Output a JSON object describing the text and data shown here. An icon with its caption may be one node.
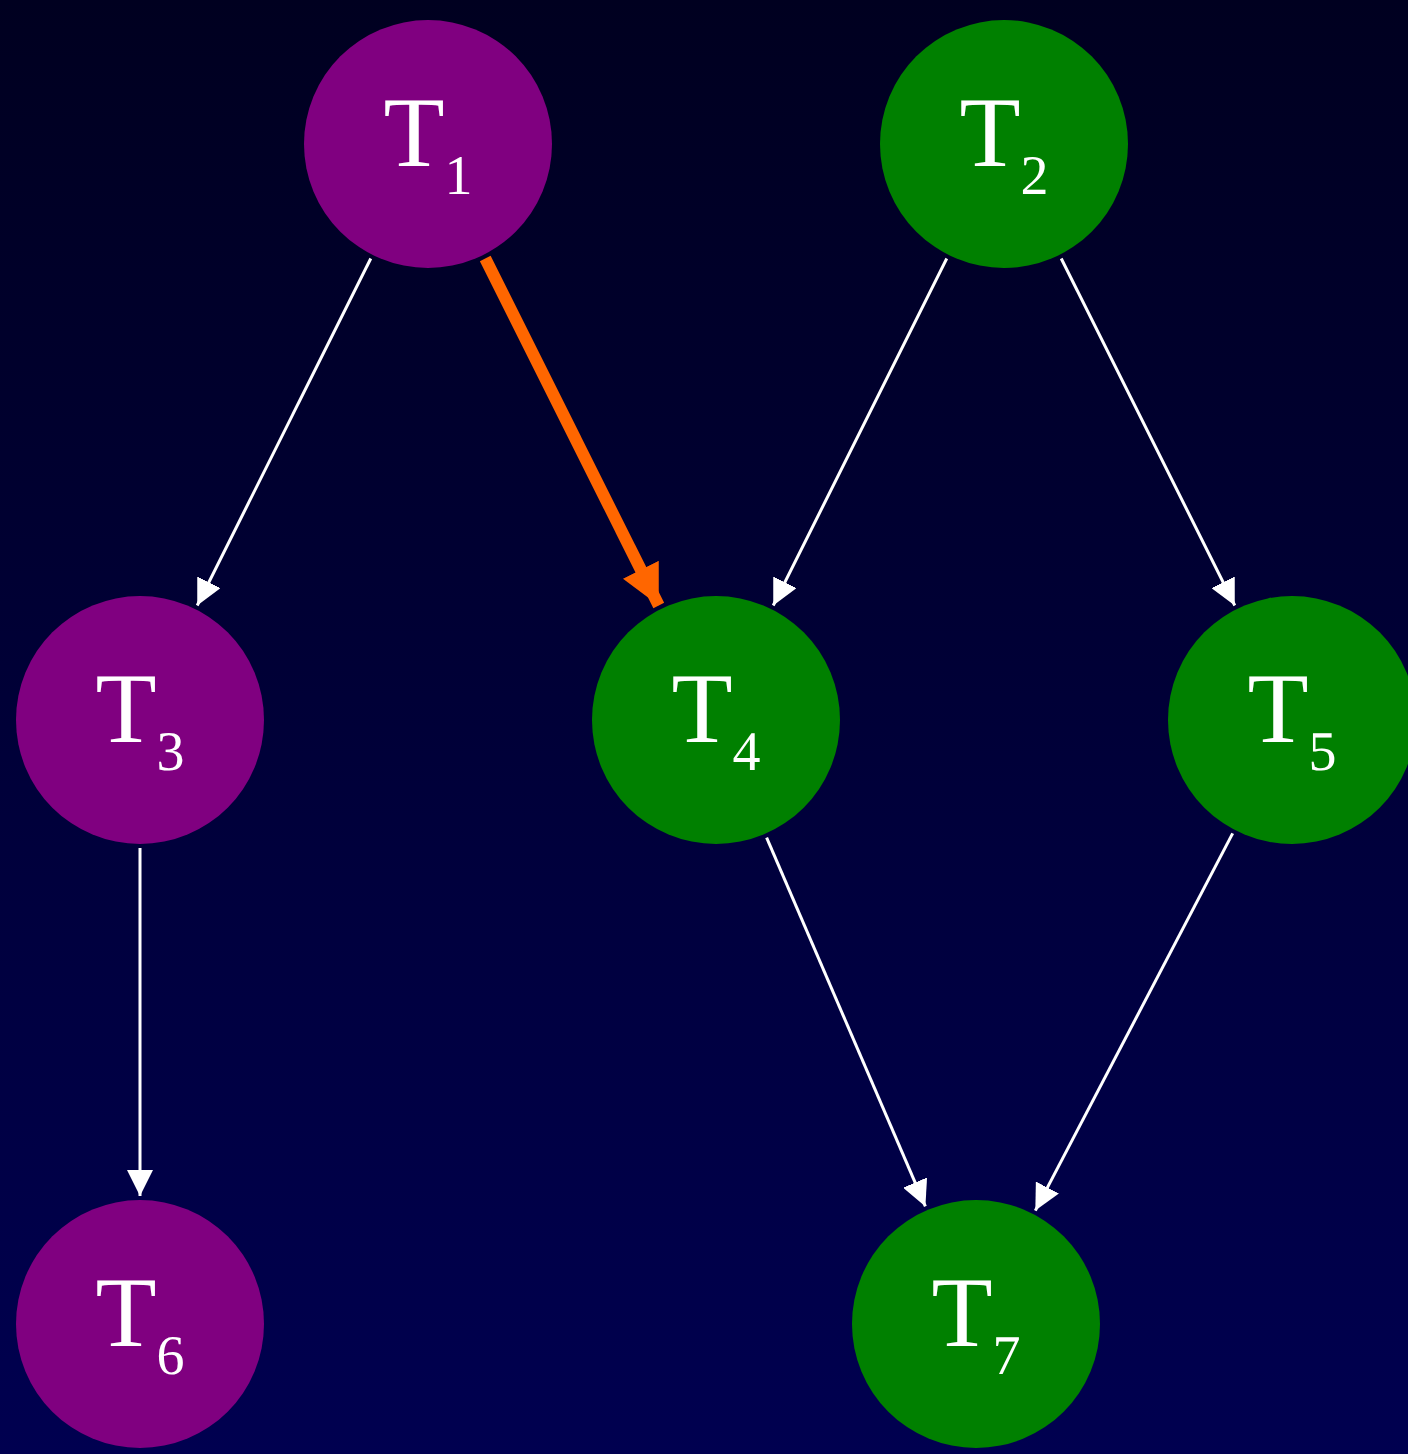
{
  "diagram": {
    "nodes": [
      {
        "text": [
          "T$_{1}$"
        ]
      },
      {
        "text": [
          "T$_{2}$"
        ]
      },
      {
        "text": [
          "T$_{3}$"
        ]
      },
      {
        "text": [
          "T$_{4}$"
        ]
      },
      {
        "text": [
          "T$_{5}$"
        ]
      },
      {
        "text": [
          "T$_{6}$"
        ]
      },
      {
        "text": [
          "T$_{7}$"
        ]
      }
    ],
    "edges": [
      {
        "from": 0,
        "to": 2,
        "arrow": "to"
      },
      {
        "from": 0,
        "to": 3,
        "arrow": "to",
        "style": "thick",
        "color": "#ff6600"
      },
      {
        "from": 1,
        "to": 3,
        "arrow": "to"
      },
      {
        "from": 1,
        "to": 4,
        "arrow": "to"
      },
      {
        "from": 2,
        "to": 5,
        "arrow": "to"
      },
      {
        "from": 3,
        "to": 6,
        "arrow": "to"
      },
      {
        "from": 4,
        "to": 6,
        "arrow": "to"
      }
    ]
  }
}
